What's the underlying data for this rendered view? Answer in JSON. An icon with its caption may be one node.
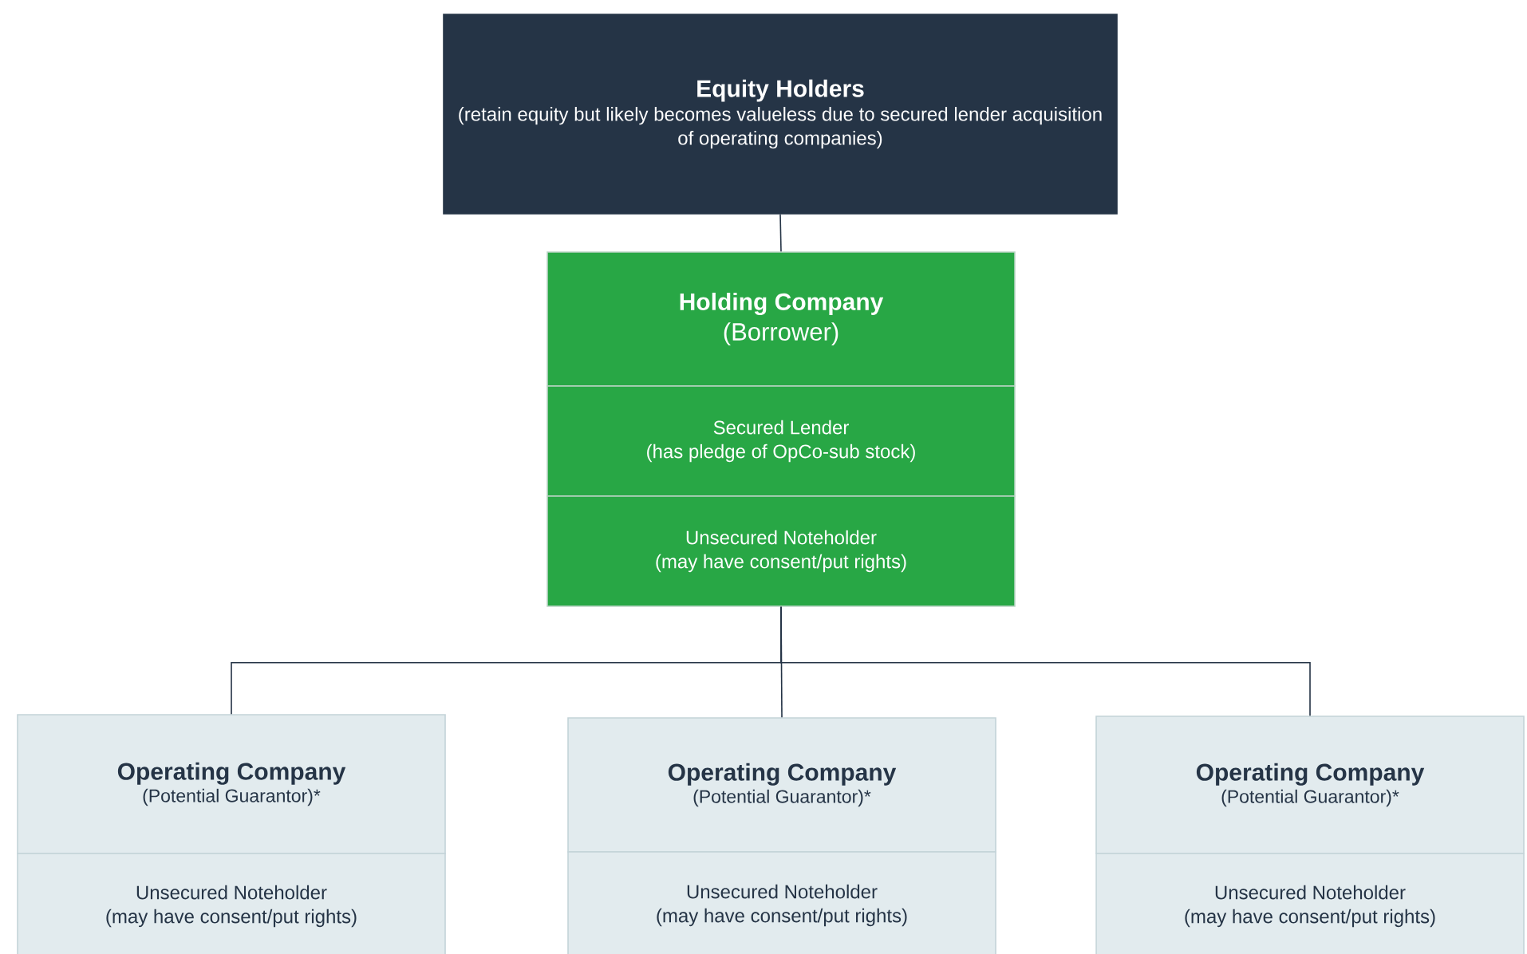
{
  "diagram": {
    "nodes": [
      {
        "text": [
          "Equity Holders",
          "(retain equity but likely becomes valueless due to secured lender acquisition of operating companies)"
        ]
      },
      {
        "text": [
          "Holding Company",
          "(Borrower)"
        ]
      },
      {
        "text": [
          "Secured Lender",
          "(has pledge of OpCo-sub stock)"
        ]
      },
      {
        "text": [
          "Unsecured Noteholder",
          "(may have consent/put rights)"
        ]
      },
      {
        "text": [
          "Operating Company",
          "(Potential Guarantor)*"
        ]
      },
      {
        "text": [
          "Unsecured Noteholder",
          "(may have consent/put rights)"
        ]
      },
      {
        "text": [
          "Operating Company",
          "(Potential Guarantor)*"
        ]
      },
      {
        "text": [
          "Unsecured Noteholder",
          "(may have consent/put rights)"
        ]
      },
      {
        "text": [
          "Operating Company",
          "(Potential Guarantor)*"
        ]
      },
      {
        "text": [
          "Unsecured Noteholder",
          "(may have consent/put rights)"
        ]
      }
    ],
    "edges": [
      {
        "from": 0,
        "to": 1,
        "arrow": "none"
      },
      {
        "from": 3,
        "to": 4,
        "arrow": "none"
      },
      {
        "from": 3,
        "to": 6,
        "arrow": "none"
      },
      {
        "from": 3,
        "to": 8,
        "arrow": "none"
      }
    ]
  }
}
